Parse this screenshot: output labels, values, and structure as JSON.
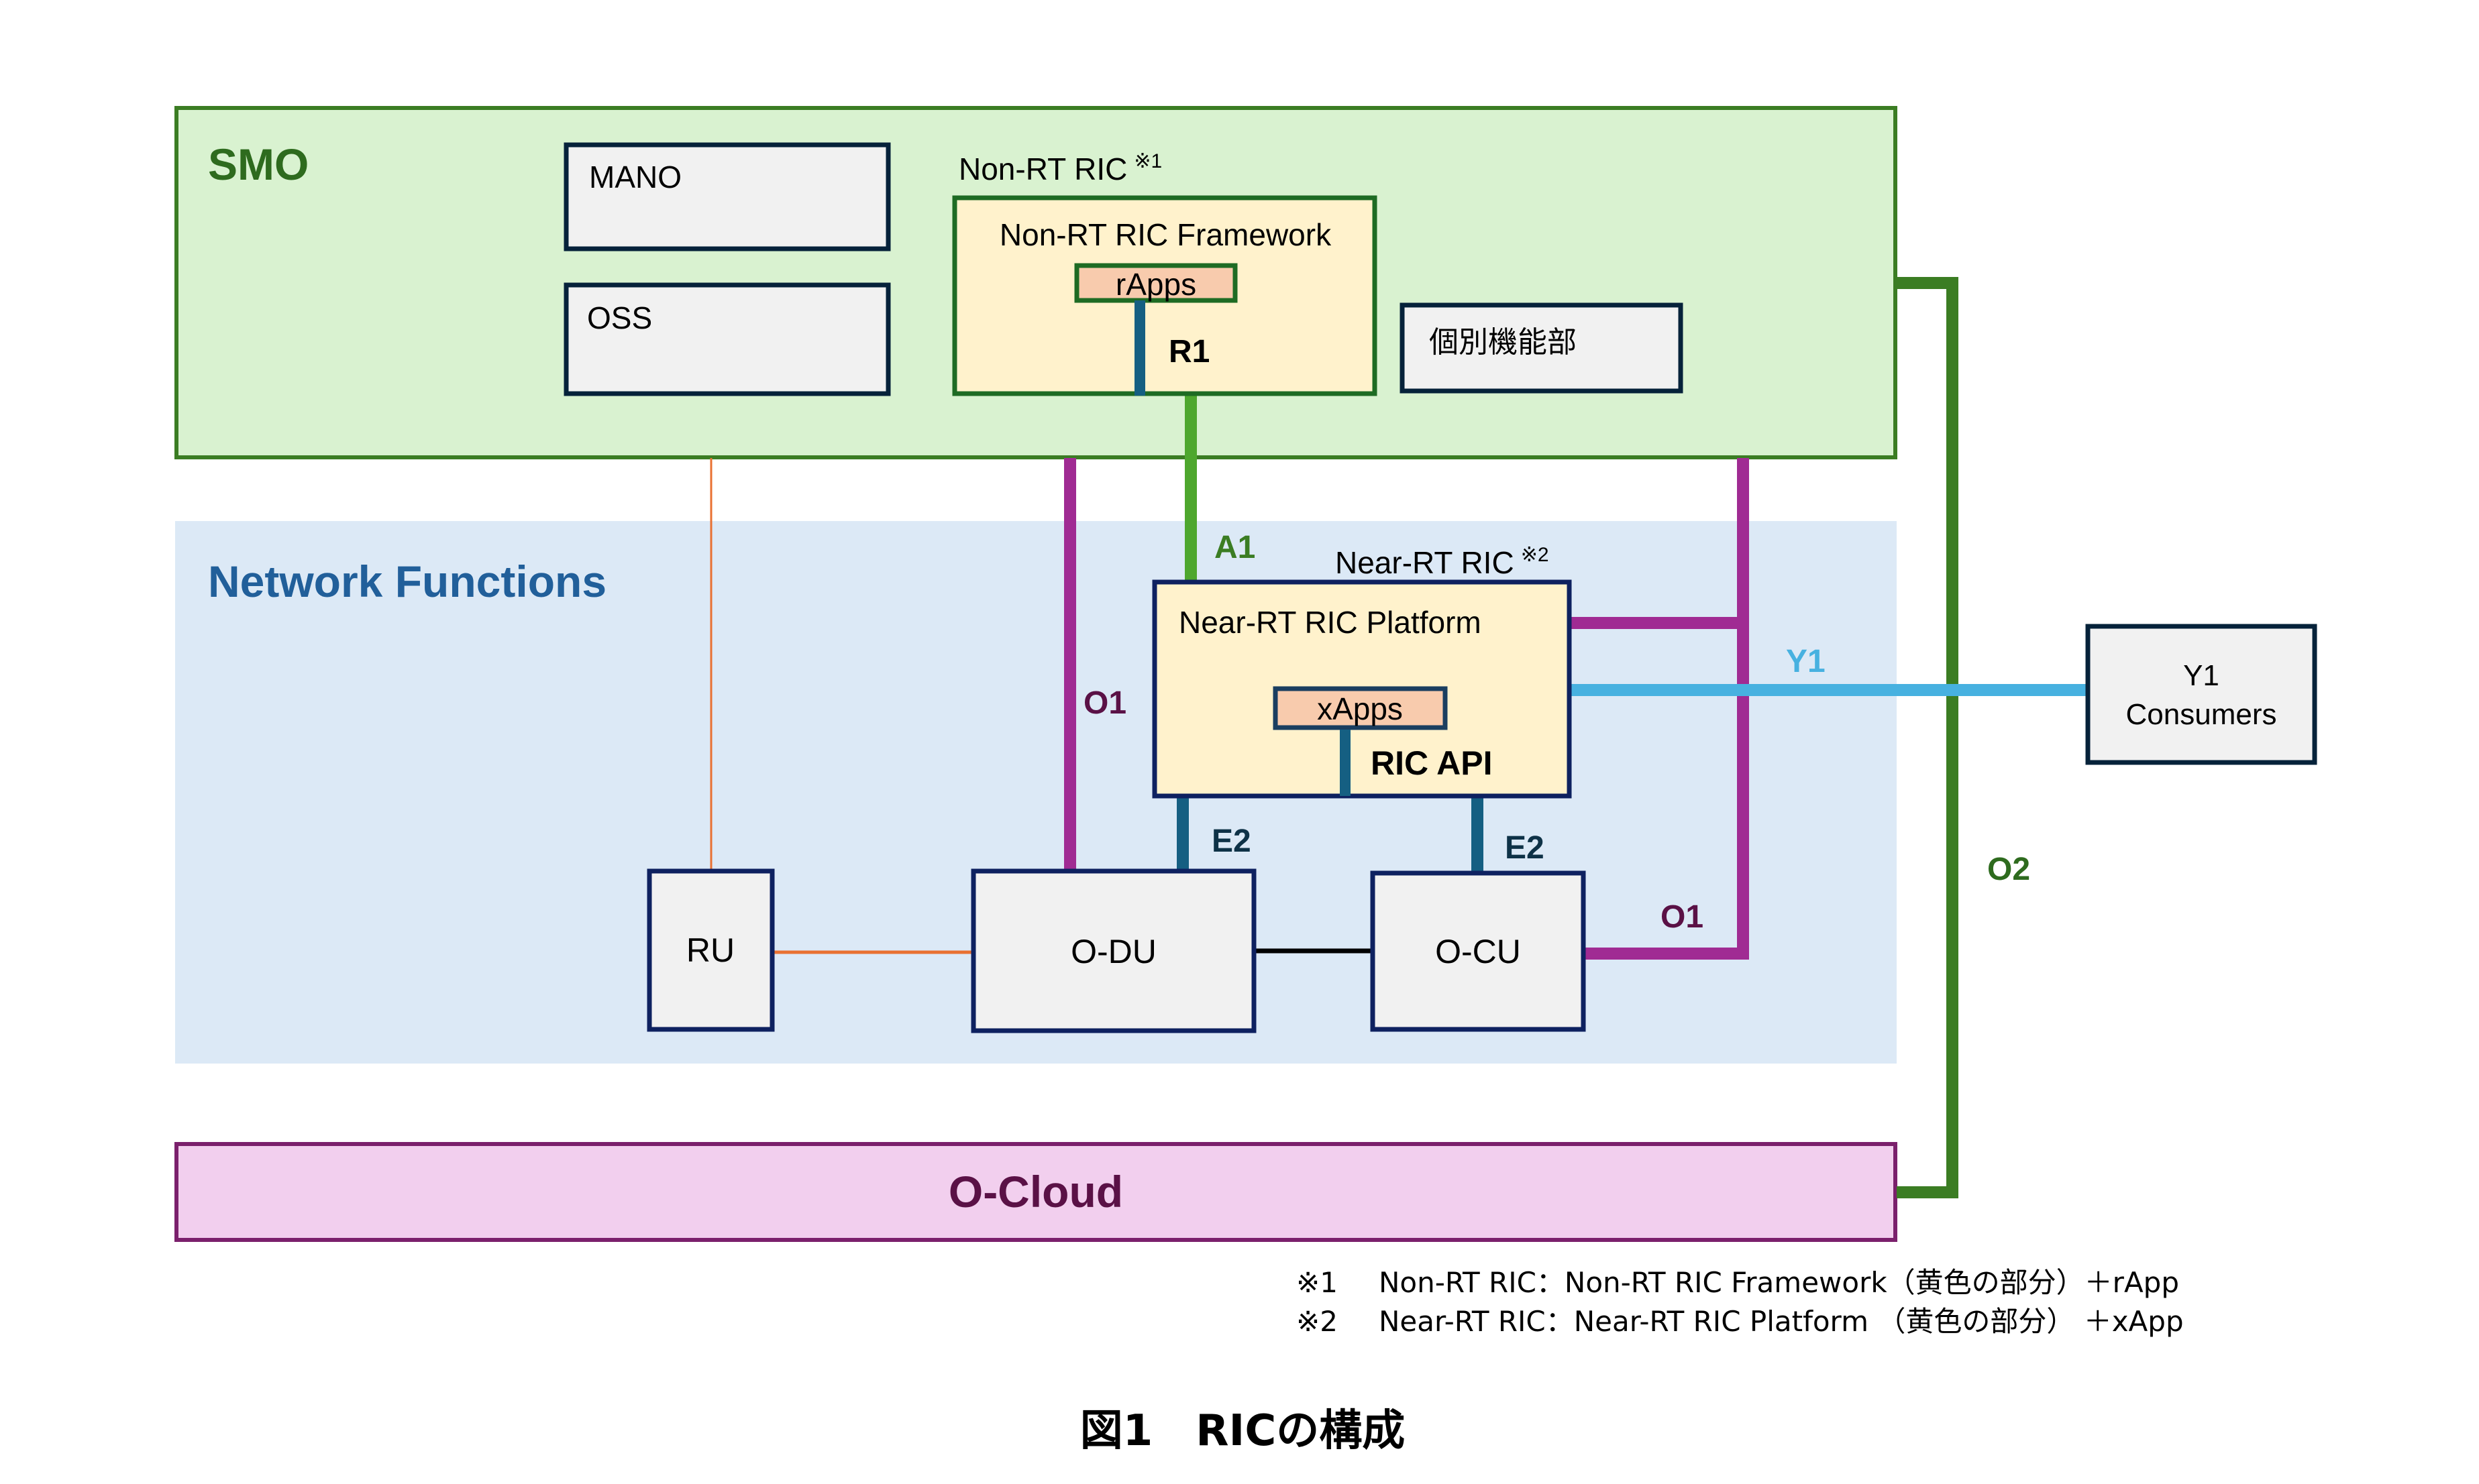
{
  "colors": {
    "smo_fill": "#d9f2d0",
    "smo_stroke": "#3b7d23",
    "nf_fill": "#dce9f6",
    "cloud_fill": "#f2cfee",
    "cloud_stroke": "#7b206c",
    "box_fill": "#f1f1f1",
    "box_stroke": "#06223a",
    "ric_fill": "#fff2cc",
    "app_fill": "#f8cbad",
    "o1_color": "#a02b93",
    "a1_color": "#4ea72e",
    "o2_color": "#3b7d23",
    "y1_color": "#47b1e0",
    "e2_color": "#155f82",
    "fh_color": "#e97132"
  },
  "smo": {
    "title": "SMO",
    "mano": "MANO",
    "oss": "OSS",
    "individual": "個別機能部",
    "non_rt_ric": {
      "label": "Non-RT RIC",
      "note_mark": "※1",
      "framework": "Non-RT RIC Framework",
      "apps": "rApps",
      "r1": "R1"
    }
  },
  "network_functions": {
    "title": "Network Functions",
    "near_rt_ric": {
      "label": "Near-RT RIC",
      "note_mark": "※2",
      "platform": "Near-RT RIC Platform",
      "apps": "xApps",
      "api": "RIC API"
    },
    "ru": "RU",
    "odu": "O-DU",
    "ocu": "O-CU"
  },
  "interfaces": {
    "a1": "A1",
    "o1_left": "O1",
    "o1_right": "O1",
    "e2_du": "E2",
    "e2_cu": "E2",
    "y1": "Y1",
    "o2": "O2"
  },
  "y1_consumers": {
    "line1": "Y1",
    "line2": "Consumers"
  },
  "o_cloud": "O-Cloud",
  "footnotes": [
    {
      "mark": "※1",
      "text": "Non-RT RIC：Non-RT RIC Framework（黄色の部分）＋rApp"
    },
    {
      "mark": "※2",
      "text": "Near-RT RIC：Near-RT RIC Platform （黄色の部分） ＋xApp"
    }
  ],
  "caption": "図1　RICの構成"
}
